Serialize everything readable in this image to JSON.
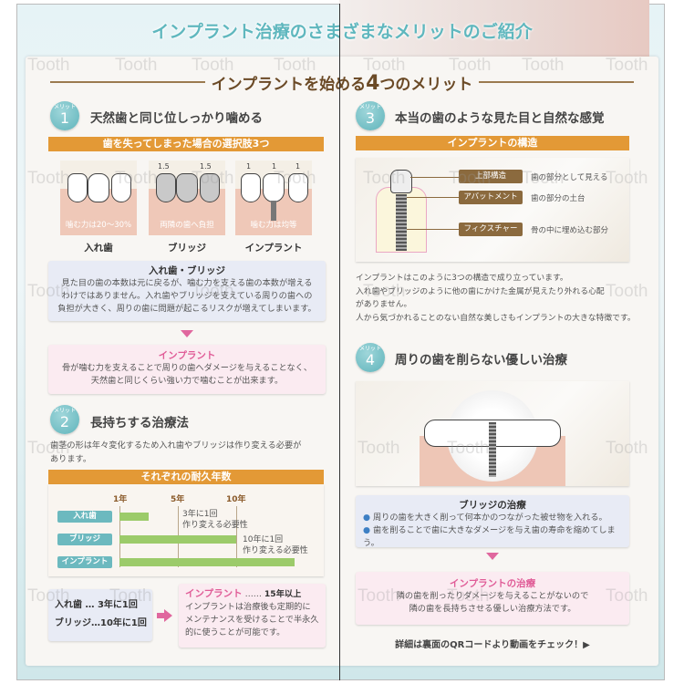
{
  "title": "インプラント治療のさまざまなメリットのご紹介",
  "watermark": "Tooth",
  "heading": {
    "before": "インプラントを始める",
    "number": "4",
    "after": "つのメリット"
  },
  "badge_label": "メリット",
  "colors": {
    "teal": "#5fb4bb",
    "orange": "#e39936",
    "pink": "#e05c97",
    "green": "#9ccb6a",
    "brown": "#8b6a3e"
  },
  "merit1": {
    "number": "1",
    "title": "天然歯と同じ位しっかり噛める",
    "bar": "歯を失ってしまった場合の選択肢3つ",
    "options": [
      {
        "caption": "噛む力は20〜30%",
        "label": "入れ歯",
        "forces": []
      },
      {
        "caption": "両隣の歯へ負担",
        "label": "ブリッジ",
        "forces": [
          "1.5",
          "1.5"
        ]
      },
      {
        "caption": "噛む力は均等",
        "label": "インプラント",
        "forces": [
          "1",
          "1",
          "1"
        ]
      }
    ],
    "blue_box": {
      "title": "入れ歯・ブリッジ",
      "lines": [
        "見た目の歯の本数は元に戻るが、噛む力を支える歯の本数が増える",
        "わけではありません。入れ歯やブリッジを支えている周りの歯への",
        "負担が大きく、周りの歯に問題が起こるリスクが増えてしまいます。"
      ]
    },
    "pink_box": {
      "title": "インプラント",
      "lines": [
        "骨が噛む力を支えることで周りの歯へダメージを与えることなく、",
        "天然歯と同じくらい強い力で噛むことが出来ます。"
      ]
    }
  },
  "merit2": {
    "number": "2",
    "title": "長持ちする治療法",
    "text": [
      "歯茎の形は年々変化するため入れ歯やブリッジは作り変える必要が",
      "あります。"
    ],
    "bar": "それぞれの耐久年数",
    "chart_data": {
      "type": "bar",
      "orientation": "horizontal",
      "ticks": [
        "1年",
        "5年",
        "10年"
      ],
      "categories": [
        "入れ歯",
        "ブリッジ",
        "インプラント"
      ],
      "values_years": [
        3,
        10,
        15
      ],
      "notes": [
        [
          "3年に1回",
          "作り変える必要性"
        ],
        [
          "10年に1回",
          "作り変える必要性"
        ]
      ]
    },
    "summary_left": [
      {
        "name": "入れ歯",
        "sep": " … ",
        "value": "3年に1回"
      },
      {
        "name": "ブリッジ",
        "sep": "…",
        "value": "10年に1回"
      }
    ],
    "summary_right": {
      "name": "インプラント",
      "dots": "……",
      "value": "15年以上",
      "lines": [
        "インプラントは治療後も定期的に",
        "メンテナンスを受けることで半永久",
        "的に使うことが可能です。"
      ]
    }
  },
  "merit3": {
    "number": "3",
    "title": "本当の歯のような見た目と自然な感覚",
    "bar": "インプラントの構造",
    "parts": [
      {
        "name": "上部構造",
        "desc": "歯の部分として見える"
      },
      {
        "name": "アバットメント",
        "desc": "歯の部分の土台"
      },
      {
        "name": "フィクスチャー",
        "desc": "骨の中に埋め込む部分"
      }
    ],
    "text": [
      "インプラントはこのように3つの構造で成り立っています。",
      "入れ歯やブリッジのように他の歯にかけた金属が見えたり外れる心配",
      "がありません。",
      "人から気づかれることのない自然な美しさもインプラントの大きな特徴です。"
    ]
  },
  "merit4": {
    "number": "4",
    "title": "周りの歯を削らない優しい治療",
    "blue_box": {
      "title": "ブリッジの治療",
      "bullets": [
        "周りの歯を大きく削って何本かのつながった被せ物を入れる。",
        "歯を削ることで歯に大きなダメージを与え歯の寿命を縮めてしまう。"
      ]
    },
    "pink_box": {
      "title": "インプラントの治療",
      "lines": [
        "隣の歯を削ったりダメージを与えることがないので",
        "隣の歯を長持ちさせる優しい治療方法です。"
      ]
    }
  },
  "footer": "詳細は裏面のQRコードより動画をチェック！▶"
}
